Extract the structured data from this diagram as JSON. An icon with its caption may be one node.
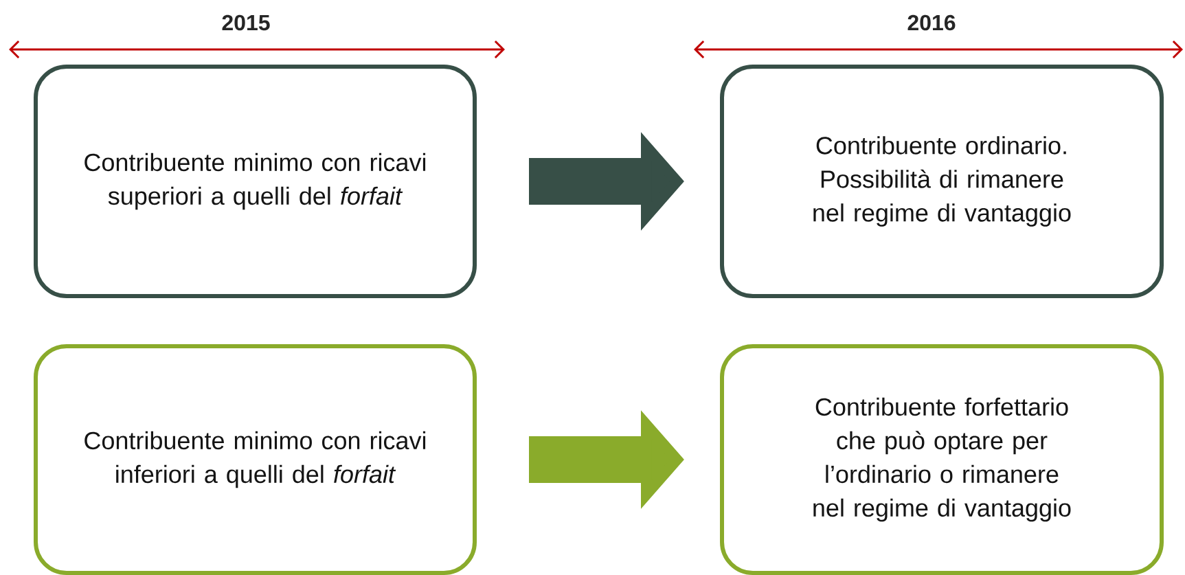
{
  "diagram": {
    "nodes": [
      {
        "text": [
          "Contribuente minimo con ricavi superiori a quelli del *forfait*"
        ]
      },
      {
        "text": [
          "Contribuente ordinario. Possibilità di rimanere nel regime di vantaggio"
        ]
      },
      {
        "text": [
          "Contribuente minimo con ricavi inferiori a quelli del *forfait*"
        ]
      },
      {
        "text": [
          "Contribuente forfettario che può optare per l’ordinario o rimanere nel regime di vantaggio"
        ]
      }
    ],
    "edges": [
      {
        "from": 0,
        "to": 1,
        "arrow": "to",
        "color": "#374f47"
      },
      {
        "from": 2,
        "to": 3,
        "arrow": "to",
        "color": "#8aab2b"
      }
    ],
    "labels": [
      "2015",
      "2016"
    ]
  }
}
